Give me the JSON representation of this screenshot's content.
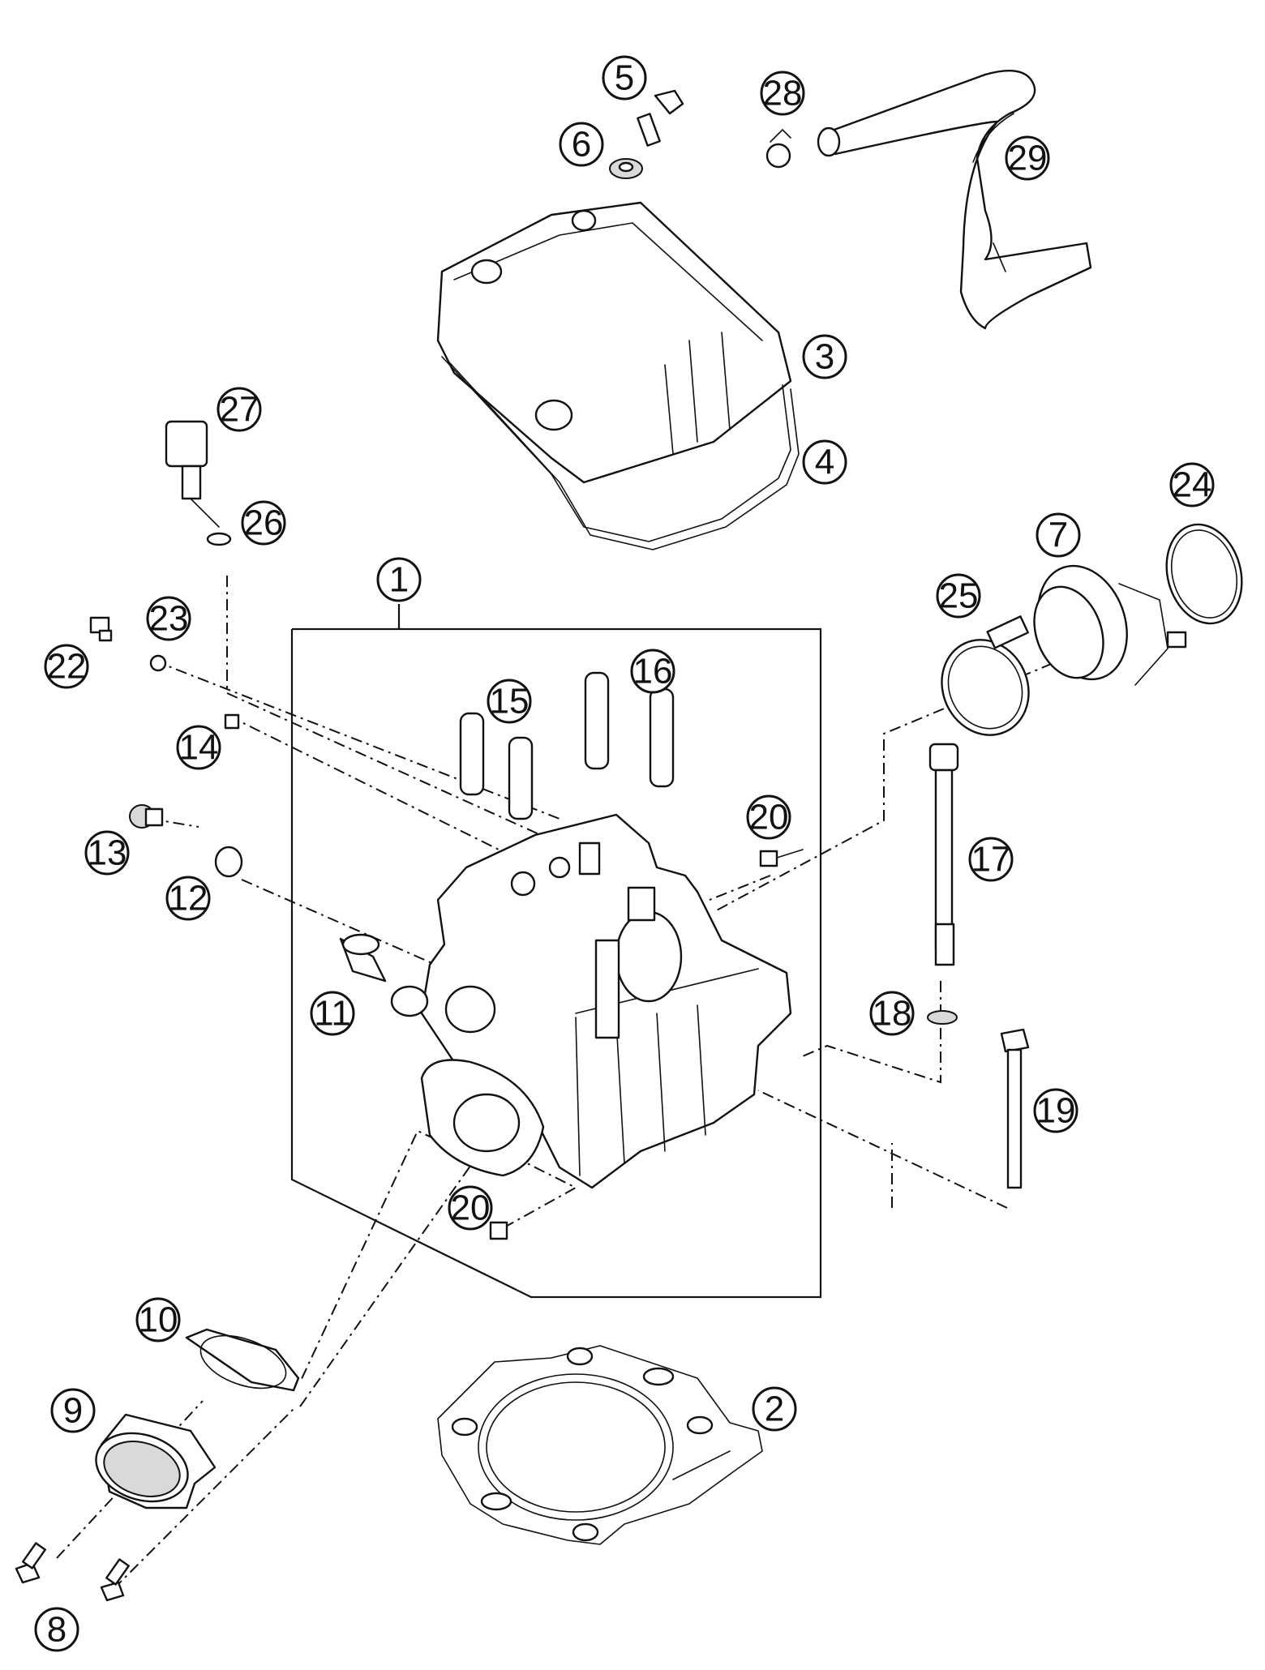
{
  "callouts": [
    {
      "id": "1",
      "label": "1"
    },
    {
      "id": "2",
      "label": "2"
    },
    {
      "id": "3",
      "label": "3"
    },
    {
      "id": "4",
      "label": "4"
    },
    {
      "id": "5",
      "label": "5"
    },
    {
      "id": "6",
      "label": "6"
    },
    {
      "id": "7",
      "label": "7"
    },
    {
      "id": "8",
      "label": "8"
    },
    {
      "id": "9",
      "label": "9"
    },
    {
      "id": "10",
      "label": "10"
    },
    {
      "id": "11",
      "label": "11"
    },
    {
      "id": "12",
      "label": "12"
    },
    {
      "id": "13",
      "label": "13"
    },
    {
      "id": "14",
      "label": "14"
    },
    {
      "id": "15",
      "label": "15"
    },
    {
      "id": "16",
      "label": "16"
    },
    {
      "id": "17",
      "label": "17"
    },
    {
      "id": "18",
      "label": "18"
    },
    {
      "id": "19",
      "label": "19"
    },
    {
      "id": "20a",
      "label": "20"
    },
    {
      "id": "20b",
      "label": "20"
    },
    {
      "id": "22",
      "label": "22"
    },
    {
      "id": "23",
      "label": "23"
    },
    {
      "id": "24",
      "label": "24"
    },
    {
      "id": "25",
      "label": "25"
    },
    {
      "id": "26",
      "label": "26"
    },
    {
      "id": "27",
      "label": "27"
    },
    {
      "id": "28",
      "label": "28"
    },
    {
      "id": "29",
      "label": "29"
    }
  ]
}
